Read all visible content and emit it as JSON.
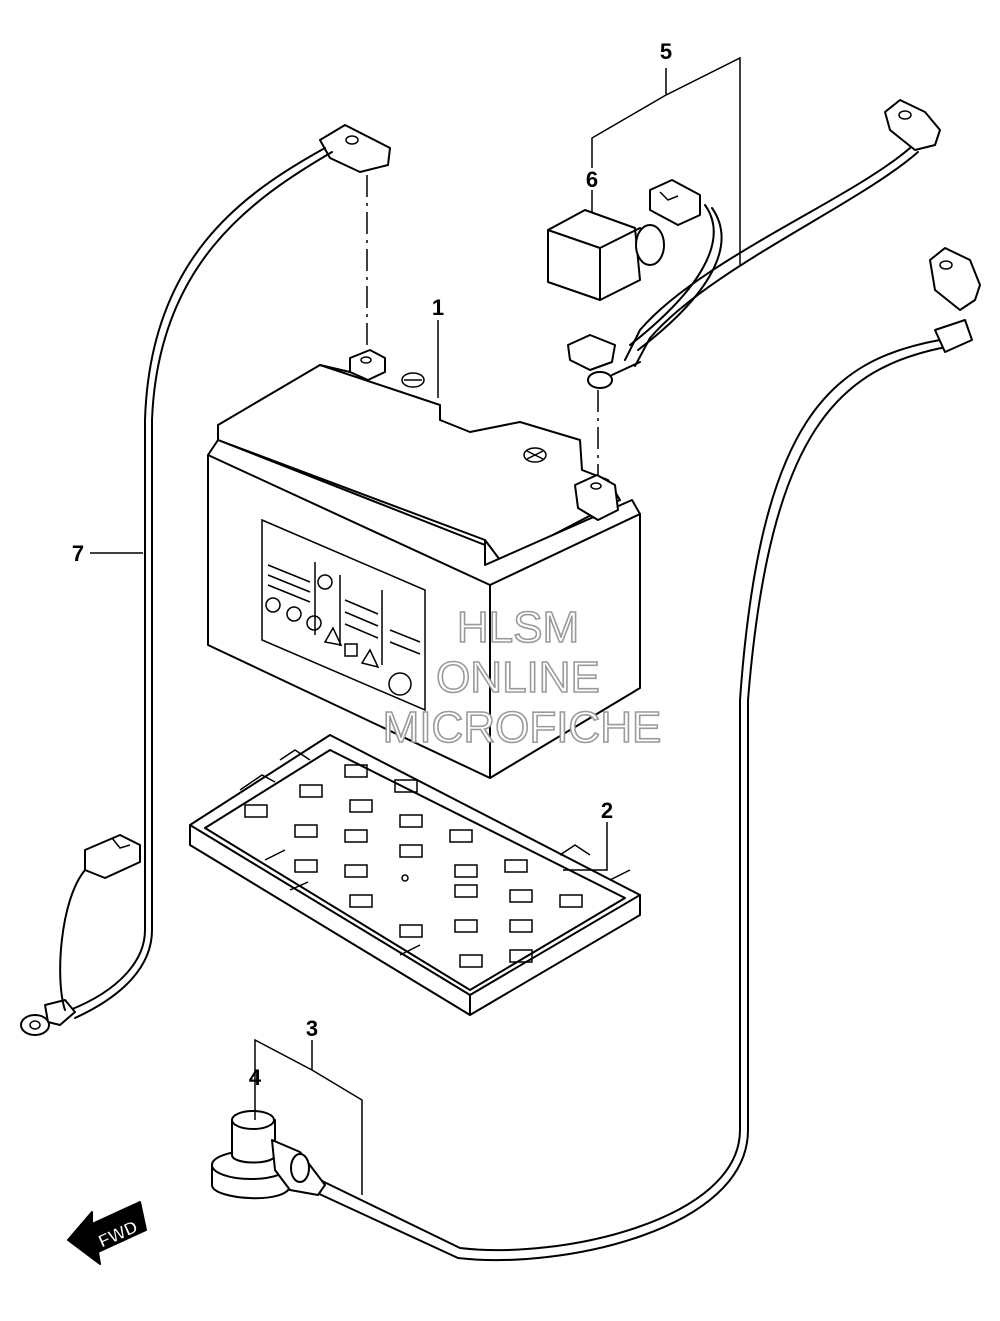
{
  "callouts": [
    {
      "id": "1",
      "label": "1"
    },
    {
      "id": "2",
      "label": "2"
    },
    {
      "id": "3",
      "label": "3"
    },
    {
      "id": "4",
      "label": "4"
    },
    {
      "id": "5",
      "label": "5"
    },
    {
      "id": "6",
      "label": "6"
    },
    {
      "id": "7",
      "label": "7"
    }
  ],
  "watermark": {
    "line1": "HLSM",
    "line2": "ONLINE",
    "line3": "MICROFICHE"
  },
  "direction_arrow": {
    "label": "FWD"
  }
}
